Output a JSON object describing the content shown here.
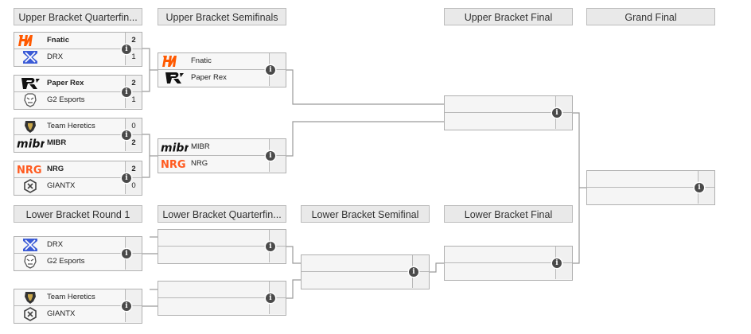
{
  "headers": {
    "ub_quarterfinals": "Upper Bracket Quarterfin...",
    "ub_semifinals": "Upper Bracket Semifinals",
    "ub_final": "Upper Bracket Final",
    "grand_final": "Grand Final",
    "lb_round1": "Lower Bracket Round 1",
    "lb_quarterfinals": "Lower Bracket Quarterfin...",
    "lb_semifinal": "Lower Bracket Semifinal",
    "lb_final": "Lower Bracket Final"
  },
  "matches": {
    "ubqf1": {
      "top": {
        "name": "Fnatic",
        "score": "2"
      },
      "bottom": {
        "name": "DRX",
        "score": "1"
      }
    },
    "ubqf2": {
      "top": {
        "name": "Paper Rex",
        "score": "2"
      },
      "bottom": {
        "name": "G2 Esports",
        "score": "1"
      }
    },
    "ubqf3": {
      "top": {
        "name": "Team Heretics",
        "score": "0"
      },
      "bottom": {
        "name": "MIBR",
        "score": "2"
      }
    },
    "ubqf4": {
      "top": {
        "name": "NRG",
        "score": "2"
      },
      "bottom": {
        "name": "GIANTX",
        "score": "0"
      }
    },
    "ubsf1": {
      "top": {
        "name": "Fnatic",
        "score": ""
      },
      "bottom": {
        "name": "Paper Rex",
        "score": ""
      }
    },
    "ubsf2": {
      "top": {
        "name": "MIBR",
        "score": ""
      },
      "bottom": {
        "name": "NRG",
        "score": ""
      }
    },
    "lbr1_1": {
      "top": {
        "name": "DRX",
        "score": ""
      },
      "bottom": {
        "name": "G2 Esports",
        "score": ""
      }
    },
    "lbr1_2": {
      "top": {
        "name": "Team Heretics",
        "score": ""
      },
      "bottom": {
        "name": "GIANTX",
        "score": ""
      }
    }
  },
  "logo_text": {
    "mibr": "mibr",
    "nrg": "NRG"
  },
  "info_glyph": "i",
  "colors": {
    "fnatic": "#ff5900",
    "drx": "#3b5bd6",
    "paper_rex": "#111111",
    "g2": "#555555",
    "heretics": "#333333",
    "mibr": "#111111",
    "nrg": "#ff5a1f",
    "giantx": "#444444",
    "line": "#9a9a9a",
    "header_bg": "#e9e9e9",
    "box_border": "#b0b0b0"
  },
  "icons": {
    "info": "info-icon",
    "fnatic": "fnatic-logo-icon",
    "drx": "drx-logo-icon",
    "paper_rex": "paper-rex-logo-icon",
    "g2": "g2-esports-logo-icon",
    "heretics": "team-heretics-logo-icon",
    "mibr": "mibr-logo-icon",
    "nrg": "nrg-logo-icon",
    "giantx": "giantx-logo-icon"
  }
}
